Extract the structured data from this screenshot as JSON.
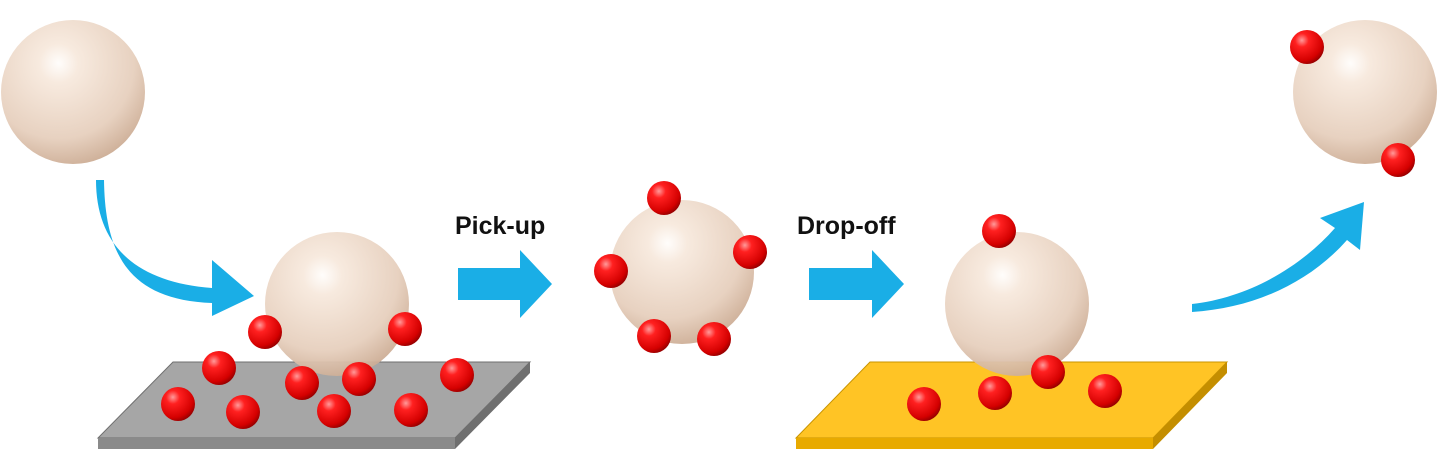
{
  "steps": {
    "pickup_label": "Pick-up",
    "dropoff_label": "Drop-off"
  },
  "colors": {
    "large_particle_light": "#fff8f2",
    "large_particle_mid": "#eed9c8",
    "large_particle_dark": "#c9a88f",
    "small_particle_light": "#ff6a6a",
    "small_particle_mid": "#e60000",
    "small_particle_dark": "#8a0000",
    "arrow": "#1aaee6",
    "gray_substrate_top": "#a6a6a6",
    "gray_substrate_side": "#7f7f7f",
    "gold_substrate_top": "#ffc425",
    "gold_substrate_side": "#d49a00"
  },
  "icons": {
    "large_particle": "large-particle-sphere",
    "small_particle": "small-red-particle",
    "arrow": "process-arrow"
  }
}
